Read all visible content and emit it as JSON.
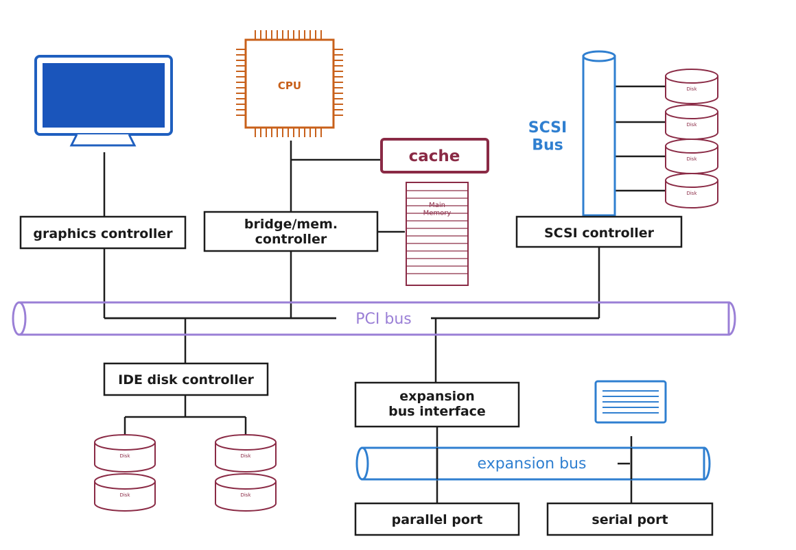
{
  "diagram": {
    "cpu_label": "CPU",
    "cache_label": "cache",
    "main_memory_label": "Main\nMemory",
    "scsi_bus_label": "SCSI\nBus",
    "pci_bus_label": "PCI bus",
    "expansion_bus_label": "expansion bus",
    "disk_label": "Disk",
    "components": {
      "graphics_controller": "graphics controller",
      "bridge_controller": "bridge/mem.\ncontroller",
      "scsi_controller": "SCSI controller",
      "ide_controller": "IDE disk controller",
      "expansion_interface": "expansion\nbus interface",
      "parallel_port": "parallel port",
      "serial_port": "serial port"
    }
  },
  "colors": {
    "monitor": "#1f5fbf",
    "cpu": "#c8601a",
    "cache": "#8a2a45",
    "memory": "#8a2a45",
    "disk": "#8a2a45",
    "scsi": "#2f7fd0",
    "pci": "#9a7fd6",
    "expansion": "#2f7fd0",
    "lines": "#1c1c1c"
  }
}
